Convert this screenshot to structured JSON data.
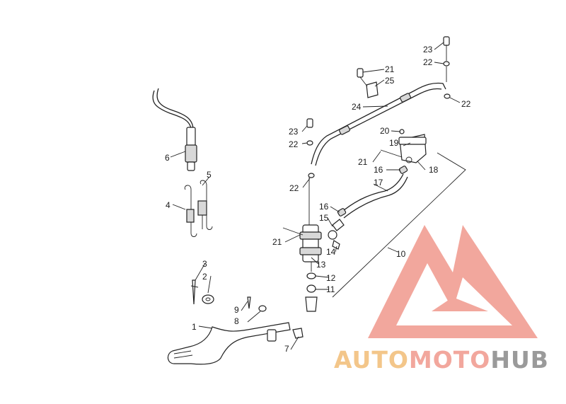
{
  "diagram": {
    "callouts": {
      "c1": "1",
      "c2": "2",
      "c3": "3",
      "c4": "4",
      "c5": "5",
      "c6": "6",
      "c7": "7",
      "c8": "8",
      "c9": "9",
      "c10": "10",
      "c11": "11",
      "c12": "12",
      "c13": "13",
      "c14": "14",
      "c15": "15",
      "c16a": "16",
      "c16b": "16",
      "c17": "17",
      "c18": "18",
      "c19": "19",
      "c20": "20",
      "c21a": "21",
      "c21b": "21",
      "c21c": "21",
      "c22a": "22",
      "c22b": "22",
      "c22c": "22",
      "c22d": "22",
      "c23a": "23",
      "c23b": "23",
      "c24": "24",
      "c25": "25"
    }
  },
  "watermark": {
    "part1": "AUTO",
    "part2": "MOTO",
    "part3": "HUB",
    "colors": {
      "auto": "#f3c68a",
      "moto": "#f2a79d",
      "hub": "#9a9a9a",
      "logo": "#f2a79d"
    }
  }
}
